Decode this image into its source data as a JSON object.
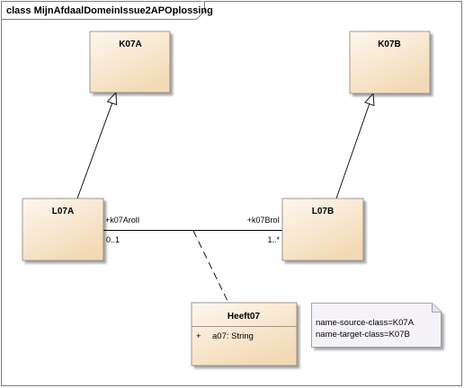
{
  "frame": {
    "title": "class MijnAfdaalDomeinIssue2APOplossing"
  },
  "classes": {
    "k07a": {
      "name": "K07A"
    },
    "k07b": {
      "name": "K07B"
    },
    "l07a": {
      "name": "L07A"
    },
    "l07b": {
      "name": "L07B"
    },
    "heeft07": {
      "name": "Heeft07",
      "attributes": [
        {
          "visibility": "+",
          "text": "a07: String"
        }
      ]
    }
  },
  "association": {
    "source_role": "+k07ArolI",
    "source_multiplicity": "0..1",
    "target_role": "+k07BroI",
    "target_multiplicity": "1..*"
  },
  "note": {
    "lines": [
      "name-source-class=K07A",
      "name-target-class=K07B"
    ]
  },
  "colors": {
    "class_fill_top": "#fdf6ec",
    "class_fill_bottom": "#f4dcbb",
    "class_border": "#8a7e72",
    "note_fill": "#f6f3f8",
    "line": "#000000"
  }
}
